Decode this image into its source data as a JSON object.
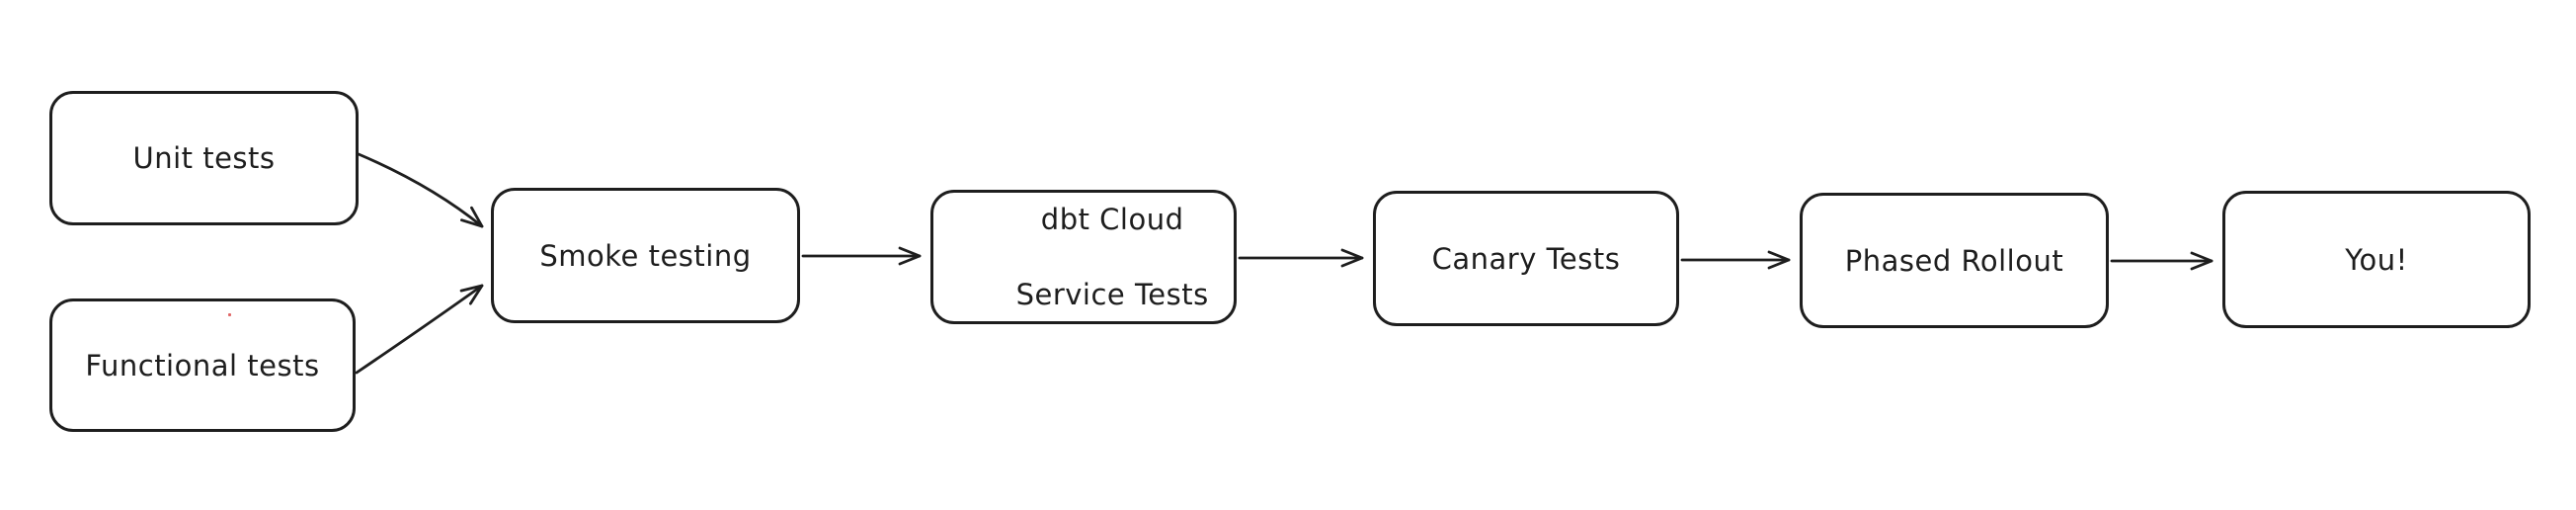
{
  "diagram": {
    "type": "flowchart",
    "style": "hand-drawn (excalidraw-like)",
    "background_color": "#ffffff",
    "stroke_color": "#1e1e1e",
    "text_color": "#1e1e1e",
    "node_fill_color": "#ffffff",
    "nodes": [
      {
        "id": "unit-tests",
        "label": "Unit tests"
      },
      {
        "id": "functional-tests",
        "label": "Functional tests"
      },
      {
        "id": "smoke-testing",
        "label": "Smoke testing"
      },
      {
        "id": "dbt-cloud-service-tests",
        "label": "dbt Cloud Service Tests",
        "label_lines": [
          "dbt Cloud",
          "Service Tests"
        ]
      },
      {
        "id": "canary-tests",
        "label": "Canary Tests"
      },
      {
        "id": "phased-rollout",
        "label": "Phased Rollout"
      },
      {
        "id": "you",
        "label": "You!"
      }
    ],
    "edges": [
      {
        "from": "unit-tests",
        "to": "smoke-testing",
        "arrowhead": "open-v"
      },
      {
        "from": "functional-tests",
        "to": "smoke-testing",
        "arrowhead": "open-v"
      },
      {
        "from": "smoke-testing",
        "to": "dbt-cloud-service-tests",
        "arrowhead": "open-v"
      },
      {
        "from": "dbt-cloud-service-tests",
        "to": "canary-tests",
        "arrowhead": "open-v"
      },
      {
        "from": "canary-tests",
        "to": "phased-rollout",
        "arrowhead": "open-v"
      },
      {
        "from": "phased-rollout",
        "to": "you",
        "arrowhead": "open-v"
      }
    ],
    "artifacts": [
      {
        "id": "stray-red-dot",
        "color": "#e06666"
      }
    ]
  }
}
